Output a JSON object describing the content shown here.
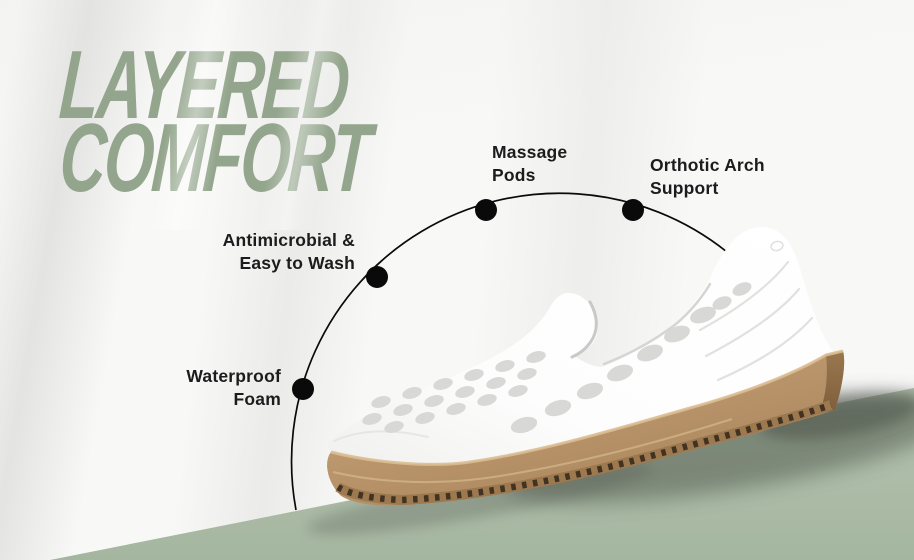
{
  "title": {
    "line1": "LAYERED",
    "line2": "COMFORT"
  },
  "callouts": {
    "massage_pods": {
      "label": "Massage\nPods"
    },
    "orthotic_arch": {
      "label": "Orthotic Arch\nSupport"
    },
    "antimicrobial": {
      "label": "Antimicrobial &\nEasy to Wash"
    },
    "waterproof_foam": {
      "label": "Waterproof\nFoam"
    }
  },
  "colors": {
    "title_green": "#93a58c",
    "floor_green": "#aabba6",
    "sole_tan": "#b8936a",
    "label_text": "#1c1c1e",
    "annotation_black": "#0a0a0a"
  }
}
